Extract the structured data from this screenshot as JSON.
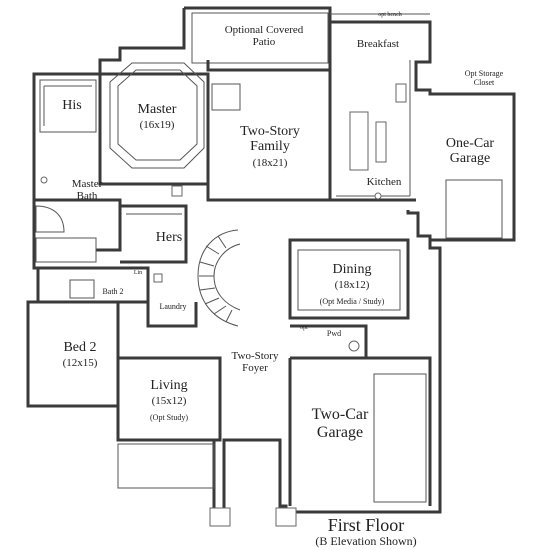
{
  "rooms": {
    "patio": {
      "name": "Optional Covered",
      "name2": "Patio"
    },
    "opt_bench": "opt bench",
    "breakfast": "Breakfast",
    "opt_storage": {
      "line1": "Opt Storage",
      "line2": "Closet"
    },
    "his": "His",
    "master": {
      "name": "Master",
      "dim": "(16x19)"
    },
    "family": {
      "line1": "Two-Story",
      "line2": "Family",
      "dim": "(18x21)"
    },
    "one_car": {
      "line1": "One-Car",
      "line2": "Garage"
    },
    "master_bath": {
      "line1": "Master",
      "line2": "Bath"
    },
    "kitchen": "Kitchen",
    "hers": "Hers",
    "lin": "Lin",
    "bath2": "Bath 2",
    "laundry": "Laundry",
    "dining": {
      "name": "Dining",
      "dim": "(18x12)",
      "opt": "(Opt Media / Study)"
    },
    "bed2": {
      "name": "Bed 2",
      "dim": "(12x15)"
    },
    "foyer": {
      "line1": "Two-Story",
      "line2": "Foyer"
    },
    "opt_small": "opt",
    "pwd": "Pwd",
    "living": {
      "name": "Living",
      "dim": "(15x12)",
      "opt": "(Opt Study)"
    },
    "two_car": {
      "line1": "Two-Car",
      "line2": "Garage"
    }
  },
  "caption": {
    "title": "First Floor",
    "subtitle": "(B Elevation Shown)"
  }
}
